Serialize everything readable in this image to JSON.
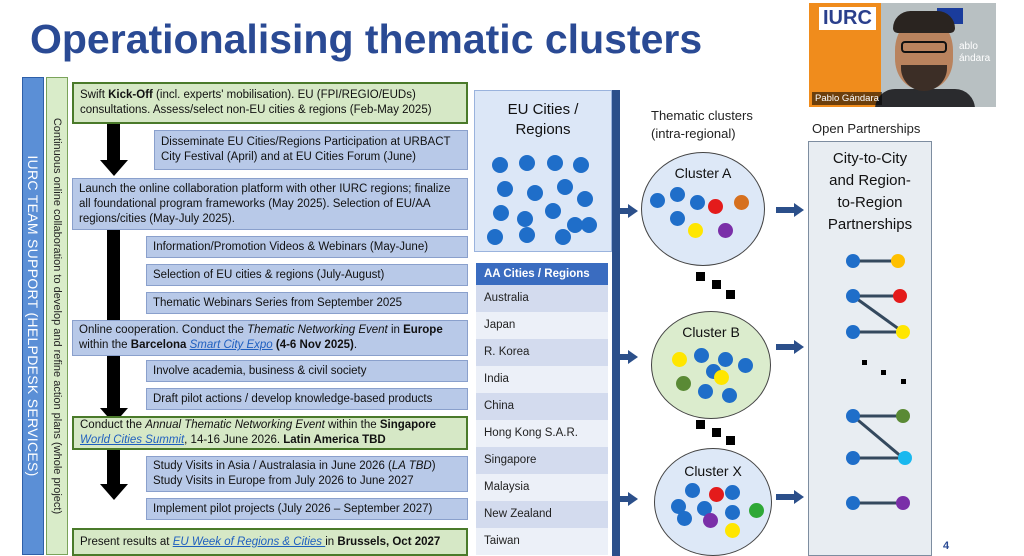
{
  "slide": {
    "title": "Operationalising thematic clusters",
    "page_number": "4"
  },
  "sidebar": {
    "team": "IURC TEAM SUPPORT (HELPDESK SERVICES)",
    "collab": "Continuous online collaboration to develop and refine action plans (whole project)"
  },
  "steps": {
    "s1a": "Swift ",
    "s1b": "Kick-Off",
    "s1c": " (incl. experts' mobilisation). EU (FPI/REGIO/EUDs) consultations. Assess/select  non-EU cities & regions (Feb-May 2025)",
    "s2": "Disseminate EU Cities/Regions Participation at URBACT City Festival (April) and at EU Cities Forum (June)",
    "s3": "Launch the online collaboration platform with other IURC regions; finalize all foundational program frameworks (May 2025). Selection of EU/AA regions/cities (May-July 2025).",
    "s4": "Information/Promotion Videos & Webinars (May-June)",
    "s5": "Selection of EU cities & regions (July-August)",
    "s6": "Thematic Webinars Series from September 2025",
    "s7a": "Online cooperation. Conduct the ",
    "s7b": "Thematic Networking Event",
    "s7c": " in ",
    "s7d": "Europe",
    "s7e": " within the ",
    "s7f": "Barcelona",
    "s7g": " ",
    "s7h": "Smart City Expo",
    "s7i": " (4-6 Nov 2025)",
    "s7j": ".",
    "s8": "Involve academia, business & civil society",
    "s9": "Draft pilot actions / develop knowledge-based products",
    "s10a": "Conduct the ",
    "s10b": "Annual Thematic Networking Event",
    "s10c": "  within the ",
    "s10d": "Singapore",
    "s10e": "World Cities Summit",
    "s10f": ", 14-16 June 2026. ",
    "s10g": "Latin America TBD",
    "s11a": "Study Visits in Asia / Australasia in June 2026 (",
    "s11b": "LA TBD",
    "s11c": ")",
    "s11d": "Study Visits in Europe from July 2026 to June 2027",
    "s12": "Implement pilot projects (July 2026 – September 2027)",
    "s13a": "Present results at ",
    "s13b": "EU Week of Regions & Cities ",
    "s13c": "in ",
    "s13d": "Brussels, Oct 2027"
  },
  "eu_box": {
    "title_l1": "EU Cities /",
    "title_l2": "Regions"
  },
  "aa_table": {
    "header": "AA Cities / Regions",
    "rows": [
      "Australia",
      "Japan",
      "R. Korea",
      "India",
      "China",
      "Hong Kong S.A.R.",
      "Singapore",
      "Malaysia",
      "New Zealand",
      "Taiwan"
    ]
  },
  "clusters": {
    "title_l1": "Thematic clusters",
    "title_l2": "(intra-regional)",
    "a": "Cluster A",
    "b": "Cluster B",
    "x": "Cluster X"
  },
  "open": {
    "title": "Open Partnerships",
    "l1": "City-to-City",
    "l2": "and Region-",
    "l3": "to-Region",
    "l4": "Partnerships"
  },
  "camera": {
    "logo": "IURC",
    "name": "Pablo Gándara",
    "side_l1": "ablo",
    "side_l2": "ándara"
  },
  "colors": {
    "title": "#2a4a94",
    "blue": "#1f6ec9",
    "red": "#e41b1b",
    "orange": "#d6701e",
    "yellow": "#ffe600",
    "purple": "#7a2fa8",
    "green": "#5a8a35",
    "green_bright": "#2ea836",
    "cyan": "#19b8ef"
  }
}
